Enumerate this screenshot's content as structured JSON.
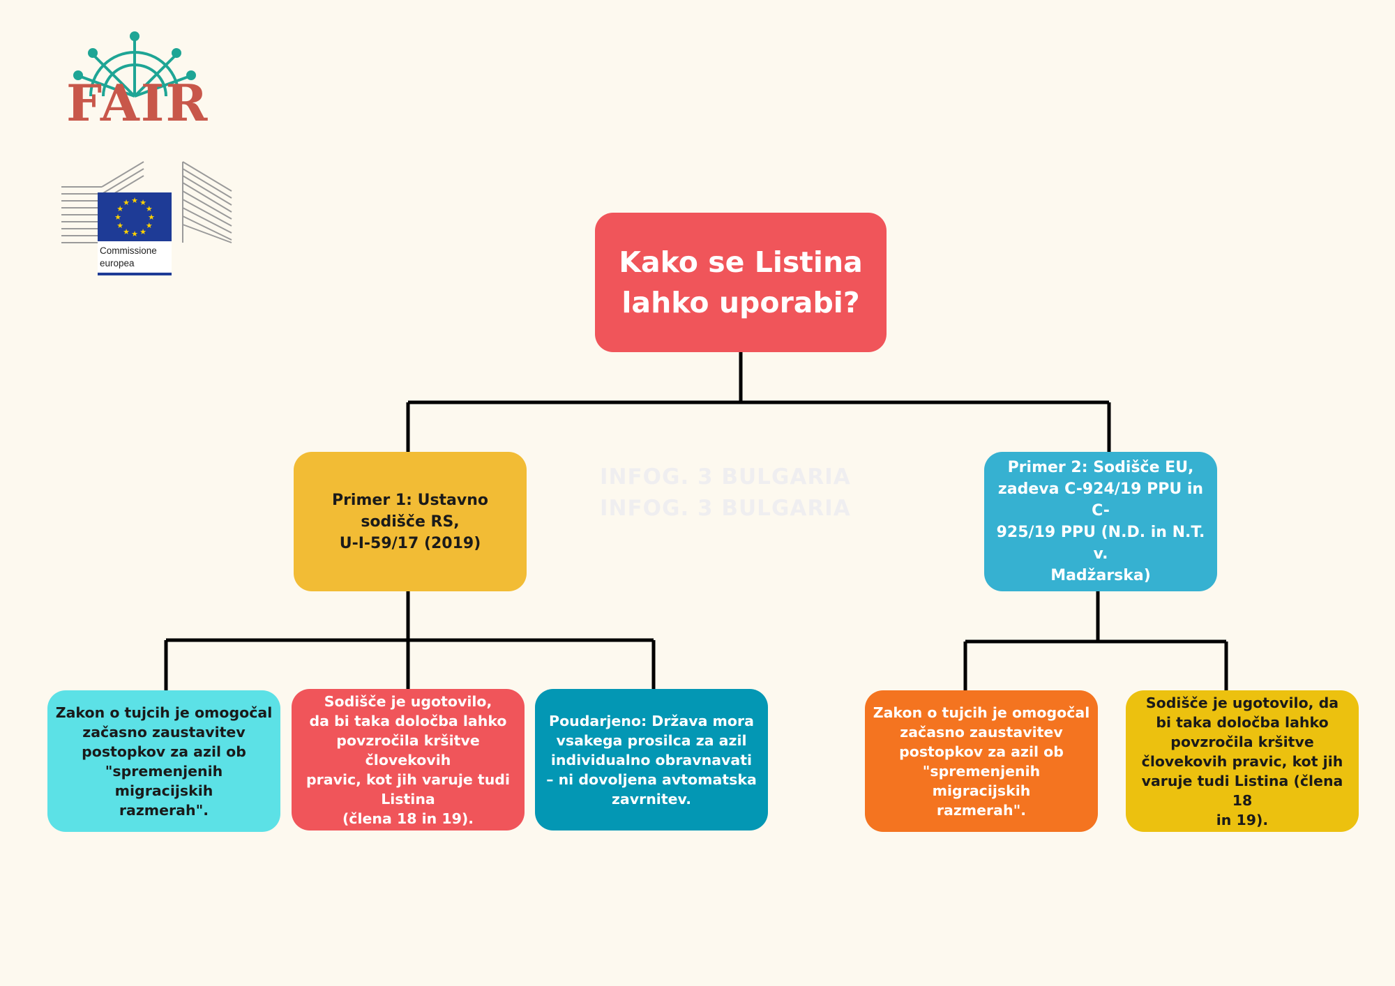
{
  "colors": {
    "background": "#fdf9ef",
    "root": "#f0555a",
    "primer1": "#f2bc35",
    "primer2": "#36b1d1",
    "leaf_cyan": "#5ce1e6",
    "leaf_red": "#f0555a",
    "leaf_teal": "#0397b4",
    "leaf_orange": "#f47420",
    "leaf_yellow": "#ecc10f",
    "connector": "#000000",
    "fair_red": "#c8574a",
    "fair_teal": "#1ea595",
    "eu_blue": "#1e3b96",
    "eu_star": "#ffd200"
  },
  "logos": {
    "fair_text": "FAIR",
    "ec_label": "Commissione\neuropea"
  },
  "watermark": "INFOG. 3 BULGARIA\nINFOG. 3 BULGARIA",
  "root": {
    "title": "Kako se Listina\n lahko uporabi?"
  },
  "primer1": {
    "text": "Primer 1: Ustavno\nsodišče RS,\nU-I-59/17 (2019)",
    "children": [
      {
        "text": "Zakon o tujcih je omogočal\nzačasno zaustavitev\npostopkov za azil ob\n\"spremenjenih migracijskih\nrazmerah\"."
      },
      {
        "text": "Sodišče je ugotovilo,\nda bi taka določba lahko\npovzročila kršitve človekovih\npravic, kot jih varuje tudi\nListina\n(člena 18 in 19)."
      },
      {
        "text": "Poudarjeno: Država mora\nvsakega prosilca za azil\nindividualno obravnavati\n– ni dovoljena avtomatska\nzavrnitev."
      }
    ]
  },
  "primer2": {
    "text": "Primer 2: Sodišče EU,\nzadeva C-924/19 PPU in C-\n925/19 PPU (N.D. in N.T. v.\nMadžarska)",
    "children": [
      {
        "text": "Zakon o tujcih je omogočal\nzačasno zaustavitev\npostopkov za azil ob\n\"spremenjenih migracijskih\nrazmerah\"."
      },
      {
        "text": "Sodišče je ugotovilo, da\nbi taka določba lahko\npovzročila kršitve\nčlovekovih pravic, kot jih\nvaruje tudi Listina (člena 18\nin 19)."
      }
    ]
  }
}
